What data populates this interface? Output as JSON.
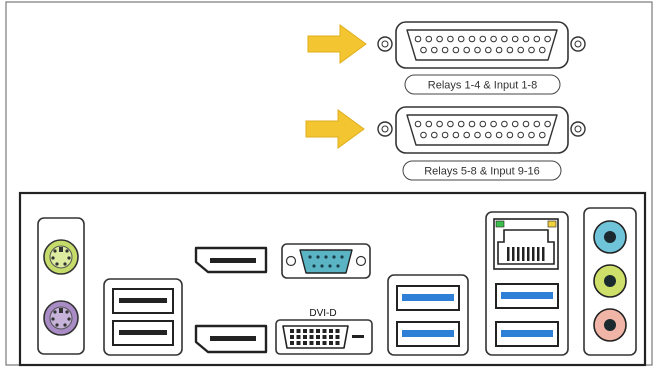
{
  "diagram": {
    "connectors": [
      {
        "id": "db25-top",
        "label": "Relays 1-4 & Input 1-8",
        "pins": 25
      },
      {
        "id": "db25-bottom",
        "label": "Relays 5-8 & Input 9-16",
        "pins": 25
      }
    ],
    "arrows": [
      {
        "points_to": "db25-top",
        "color": "#f3c531"
      },
      {
        "points_to": "db25-bottom",
        "color": "#f3c531"
      }
    ],
    "io_panel": {
      "ports": [
        {
          "name": "ps2-keyboard",
          "color": "#c6dc6a"
        },
        {
          "name": "ps2-mouse",
          "color": "#a98bc5"
        },
        {
          "name": "usb-2.0",
          "count": 2
        },
        {
          "name": "displayport",
          "count": 2
        },
        {
          "name": "vga-serial-db9",
          "color": "#5ab4c4"
        },
        {
          "name": "dvi",
          "label": "DVI-D"
        },
        {
          "name": "usb-3.0",
          "count": 4,
          "color": "#2e7fd6"
        },
        {
          "name": "ethernet-rj45"
        },
        {
          "name": "audio-line-in",
          "color": "#6fc4d9"
        },
        {
          "name": "audio-line-out",
          "color": "#cfe06a"
        },
        {
          "name": "audio-mic",
          "color": "#f0b5a6"
        }
      ]
    }
  }
}
